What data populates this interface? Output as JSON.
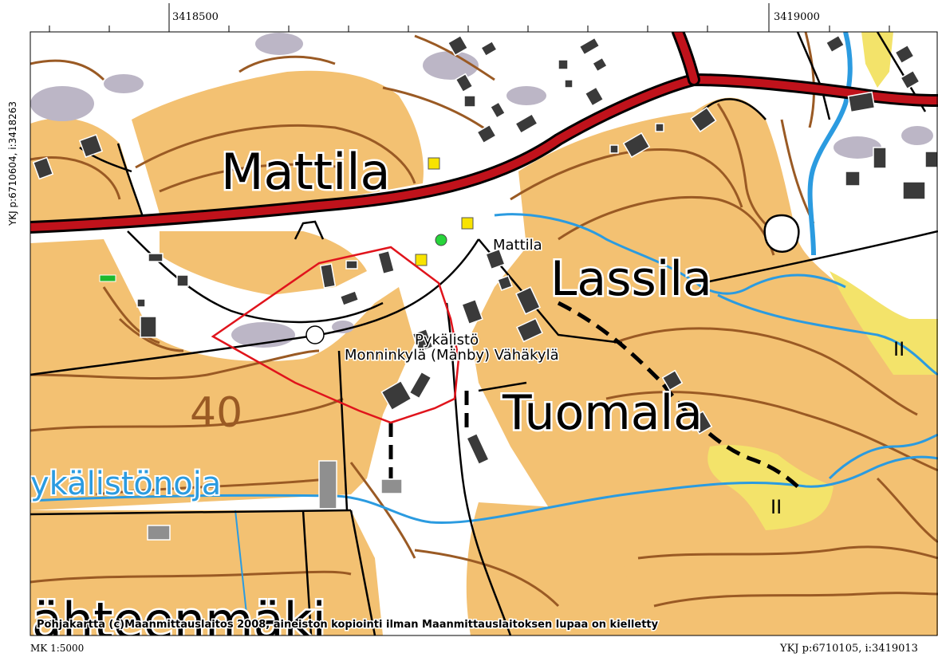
{
  "top_ticks": {
    "left": "3418500",
    "right": "3419000"
  },
  "left_coord": "YKJ p:6710604, i:3418263",
  "bottom_left": "MK 1:5000",
  "bottom_right": "YKJ p:6710105, i:3419013",
  "labels": {
    "mattila_large": "Mattila",
    "mattila_small": "Mattila",
    "lassila": "Lassila",
    "tuomala": "Tuomala",
    "pykalisto": "Pykälistö",
    "village": "Monninkylä (Mänby) Vähäkylä",
    "elevation": "40",
    "stream": "ykälistönoja",
    "hill": "ähteenmäki",
    "class_a": "II",
    "class_b": "II"
  },
  "copyright": "Pohjakartta (c)Maanmittauslaitos 2008, aineiston kopiointi ilman Maanmittauslaitoksen lupaa on kielletty",
  "colors": {
    "field": "#f3c172",
    "road": "#c0121b",
    "water": "#2b9be0",
    "contour": "#9a5a24",
    "building": "#3a3a3a",
    "rock": "#bcb6c6",
    "boundary": "#e0141c",
    "meadow": "#f3e36a"
  }
}
